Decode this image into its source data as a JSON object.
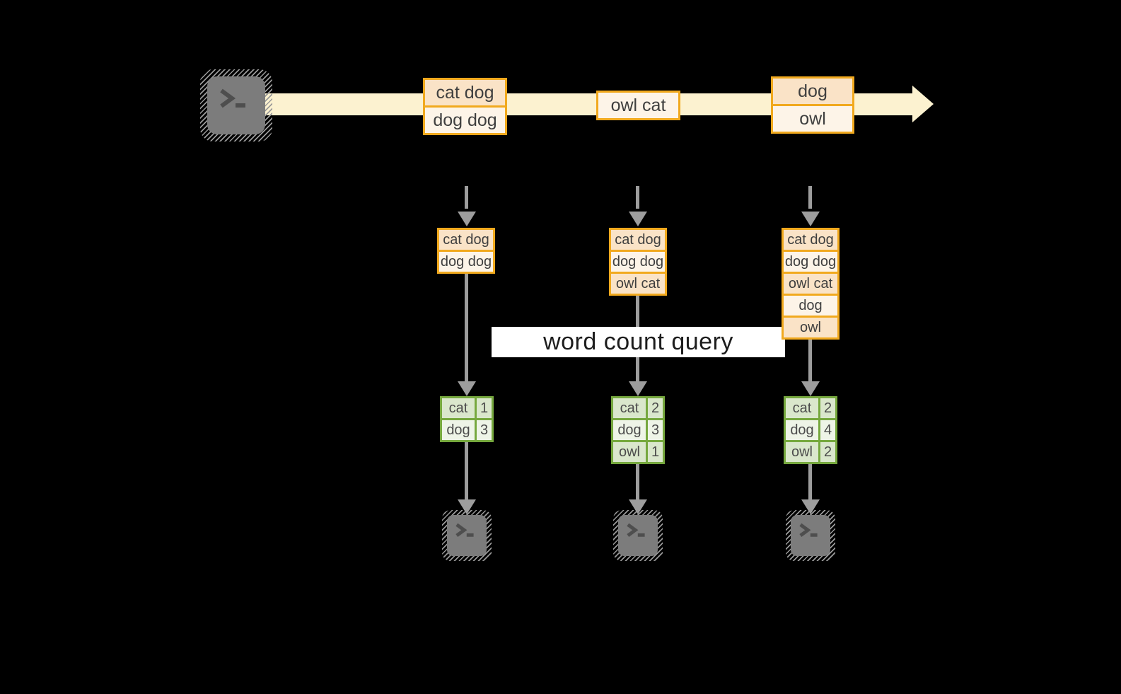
{
  "query_label": "word count query",
  "stream": {
    "source_icon": "terminal-icon",
    "batches": [
      {
        "rows": [
          "cat dog",
          "dog dog"
        ]
      },
      {
        "rows": [
          "owl cat"
        ]
      },
      {
        "rows": [
          "dog",
          "owl"
        ]
      }
    ]
  },
  "pipelines": [
    {
      "state_rows": [
        "cat dog",
        "dog dog"
      ],
      "counts": [
        {
          "word": "cat",
          "count": "1"
        },
        {
          "word": "dog",
          "count": "3"
        }
      ],
      "sink_icon": "terminal-icon"
    },
    {
      "state_rows": [
        "cat dog",
        "dog dog",
        "owl cat"
      ],
      "counts": [
        {
          "word": "cat",
          "count": "2"
        },
        {
          "word": "dog",
          "count": "3"
        },
        {
          "word": "owl",
          "count": "1"
        }
      ],
      "sink_icon": "terminal-icon"
    },
    {
      "state_rows": [
        "cat dog",
        "dog dog",
        "owl cat",
        "dog",
        "owl"
      ],
      "counts": [
        {
          "word": "cat",
          "count": "2"
        },
        {
          "word": "dog",
          "count": "4"
        },
        {
          "word": "owl",
          "count": "2"
        }
      ],
      "sink_icon": "terminal-icon"
    }
  ],
  "colors": {
    "background": "#000000",
    "stream_band": "#fcf2d0",
    "record_border": "#f1a91e",
    "record_fill_dark": "#fae3c7",
    "record_fill_light": "#fdf4e8",
    "table_border": "#76a83e",
    "table_fill_dark": "#dae7cc",
    "table_fill_light": "#eef4e7",
    "arrow_gray": "#9d9d9d",
    "terminal_gray": "#7c7c7c",
    "query_box_bg": "#ffffff"
  }
}
